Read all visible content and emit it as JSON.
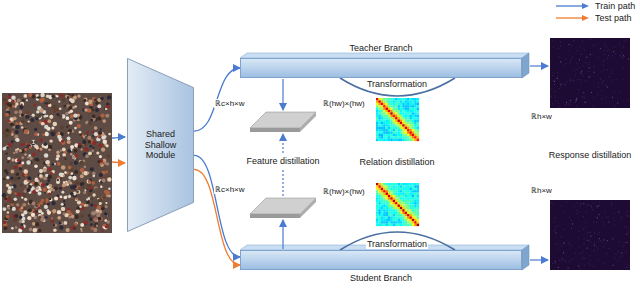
{
  "diagram": {
    "nodes": [
      {
        "text": [
          "Shared Shallow Module"
        ]
      },
      {
        "text": [
          "Teacher Branch"
        ]
      },
      {
        "text": [
          "Student Branch"
        ]
      }
    ],
    "edges": [
      {
        "from": 0,
        "to": 1,
        "arrow": "to"
      },
      {
        "from": 0,
        "to": 2,
        "arrow": "to"
      },
      {
        "from": 0,
        "to": 2,
        "arrow": "to"
      }
    ],
    "labels": [
      "Feature distillation",
      "Relation distillation",
      "Response distillation",
      "Transformation",
      "Transformation",
      "ℝc×h×w",
      "ℝc×h×w",
      "ℝ(hw)×(hw)",
      "ℝ(hw)×(hw)",
      "ℝh×w",
      "ℝh×w"
    ],
    "legend": [
      {
        "text": "Train path"
      },
      {
        "text": "Test path"
      }
    ]
  }
}
